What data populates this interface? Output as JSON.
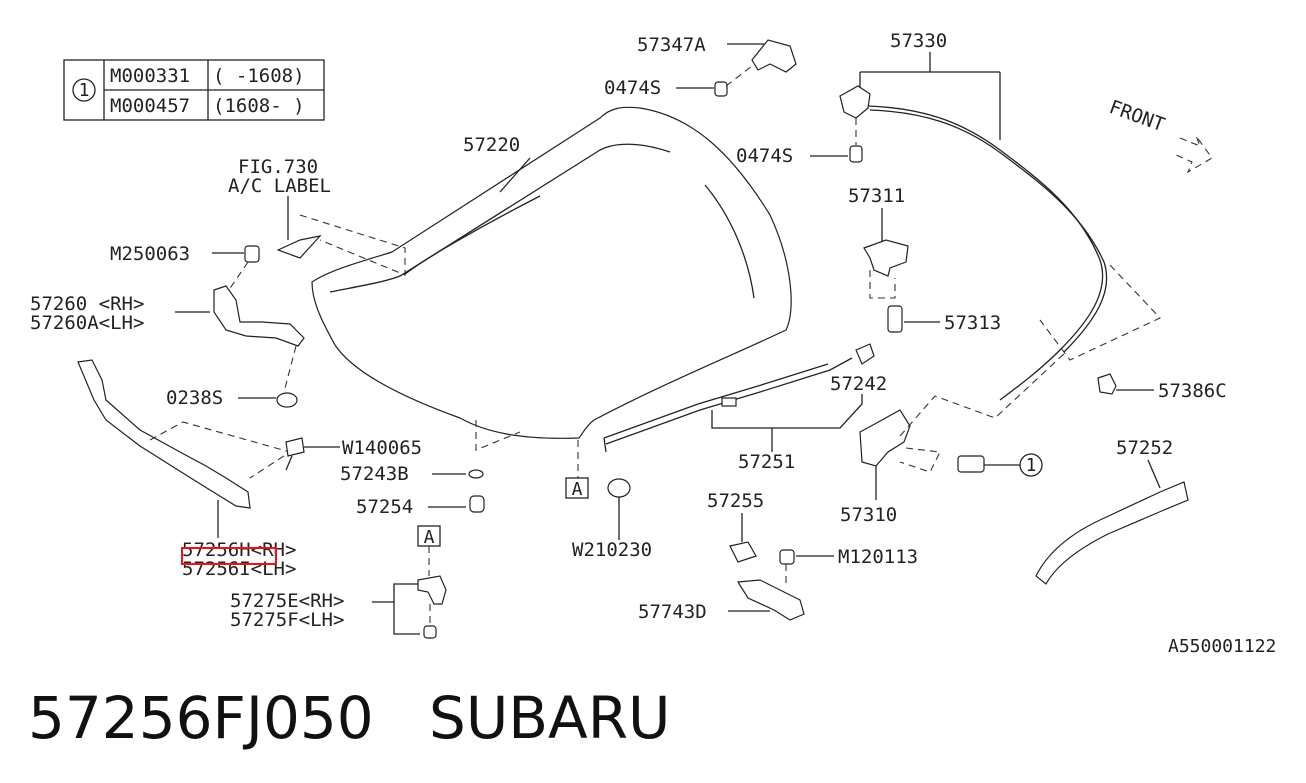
{
  "table": {
    "symbol": "1",
    "rows": [
      {
        "code": "M000331",
        "range": "(  -1608)"
      },
      {
        "code": "M000457",
        "range": "(1608-  )"
      }
    ]
  },
  "labels": {
    "p57347A": "57347A",
    "p0474S_a": "0474S",
    "p57330": "57330",
    "p0474S_b": "0474S",
    "front": "FRONT",
    "p57220": "57220",
    "fig730": "FIG.730",
    "acLabel": "A/C LABEL",
    "m250063": "M250063",
    "p57260rh": "57260 <RH>",
    "p57260lh": "57260A<LH>",
    "p0238S": "0238S",
    "w140065": "W140065",
    "p57243B": "57243B",
    "p57254": "57254",
    "p57256rh": "57256H<RH>",
    "p57256lh": "57256I<LH>",
    "refA1": "A",
    "p57275rh": "57275E<RH>",
    "p57275lh": "57275F<LH>",
    "refA2": "A",
    "w210230": "W210230",
    "p57311": "57311",
    "p57313": "57313",
    "p57242": "57242",
    "p57386C": "57386C",
    "p57251": "57251",
    "p57310": "57310",
    "circle1": "1",
    "p57252": "57252",
    "p57255": "57255",
    "m120113": "M120113",
    "p57743D": "57743D",
    "diagramId": "A550001122"
  },
  "footer": {
    "partNumber": "57256FJ050",
    "brand": "SUBARU"
  },
  "colors": {
    "line": "#222222",
    "highlight": "#e8141c",
    "background": "#ffffff"
  }
}
